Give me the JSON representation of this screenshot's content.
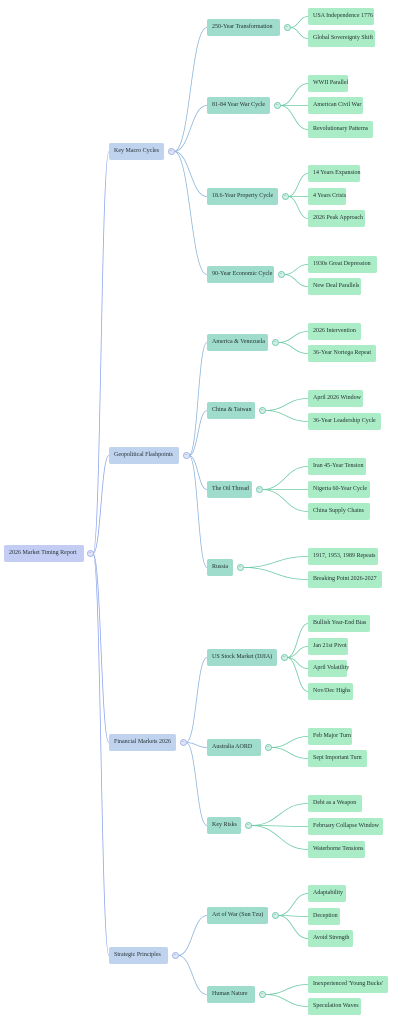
{
  "root": "2026 Market Timing Report",
  "collapse_glyph": "−",
  "colors": {
    "edge_level1": "#8fa6ec",
    "edge_level2": "#8fb6dc",
    "edge_level3": "#6fcba5"
  },
  "sections": [
    {
      "label": "Key Macro Cycles",
      "children": [
        {
          "label": "250-Year Transformation",
          "children": [
            "USA Independence 1776",
            "Global Sovereignty Shift"
          ]
        },
        {
          "label": "81-84 Year War Cycle",
          "children": [
            "WWII Parallel",
            "American Civil War",
            "Revolutionary Patterns"
          ]
        },
        {
          "label": "18.6-Year Property Cycle",
          "children": [
            "14 Years Expansion",
            "4 Years Crisis",
            "2026 Peak Approach"
          ]
        },
        {
          "label": "90-Year Economic Cycle",
          "children": [
            "1930s Great Depression",
            "New Deal Parallels"
          ]
        }
      ]
    },
    {
      "label": "Geopolitical Flashpoints",
      "children": [
        {
          "label": "America & Venezuela",
          "children": [
            "2026 Intervention",
            "36-Year Noriega Repeat"
          ]
        },
        {
          "label": "China & Taiwan",
          "children": [
            "April 2026 Window",
            "36-Year Leadership Cycle"
          ]
        },
        {
          "label": "The Oil Thread",
          "children": [
            "Iran 45-Year Tension",
            "Nigeria 60-Year Cycle",
            "China Supply Chains"
          ]
        },
        {
          "label": "Russia",
          "children": [
            "1917, 1953, 1989 Repeats",
            "Breaking Point 2026-2027"
          ]
        }
      ]
    },
    {
      "label": "Financial Markets 2026",
      "children": [
        {
          "label": "US Stock Market (DJIA)",
          "children": [
            "Bullish Year-End Bias",
            "Jan 21st Pivot",
            "April Volatility",
            "Nov/Dec Highs"
          ]
        },
        {
          "label": "Australia AORD",
          "children": [
            "Feb Major Turn",
            "Sept Important Turn"
          ]
        },
        {
          "label": "Key Risks",
          "children": [
            "Debt as a Weapon",
            "February Collapse Window",
            "Waterborne Tensions"
          ]
        }
      ]
    },
    {
      "label": "Strategic Principles",
      "children": [
        {
          "label": "Art of War (Sun Tzu)",
          "children": [
            "Adaptability",
            "Deception",
            "Avoid Strength"
          ]
        },
        {
          "label": "Human Nature",
          "children": [
            "Inexperienced 'Young Bucks'",
            "Speculation Waves"
          ]
        }
      ]
    }
  ]
}
